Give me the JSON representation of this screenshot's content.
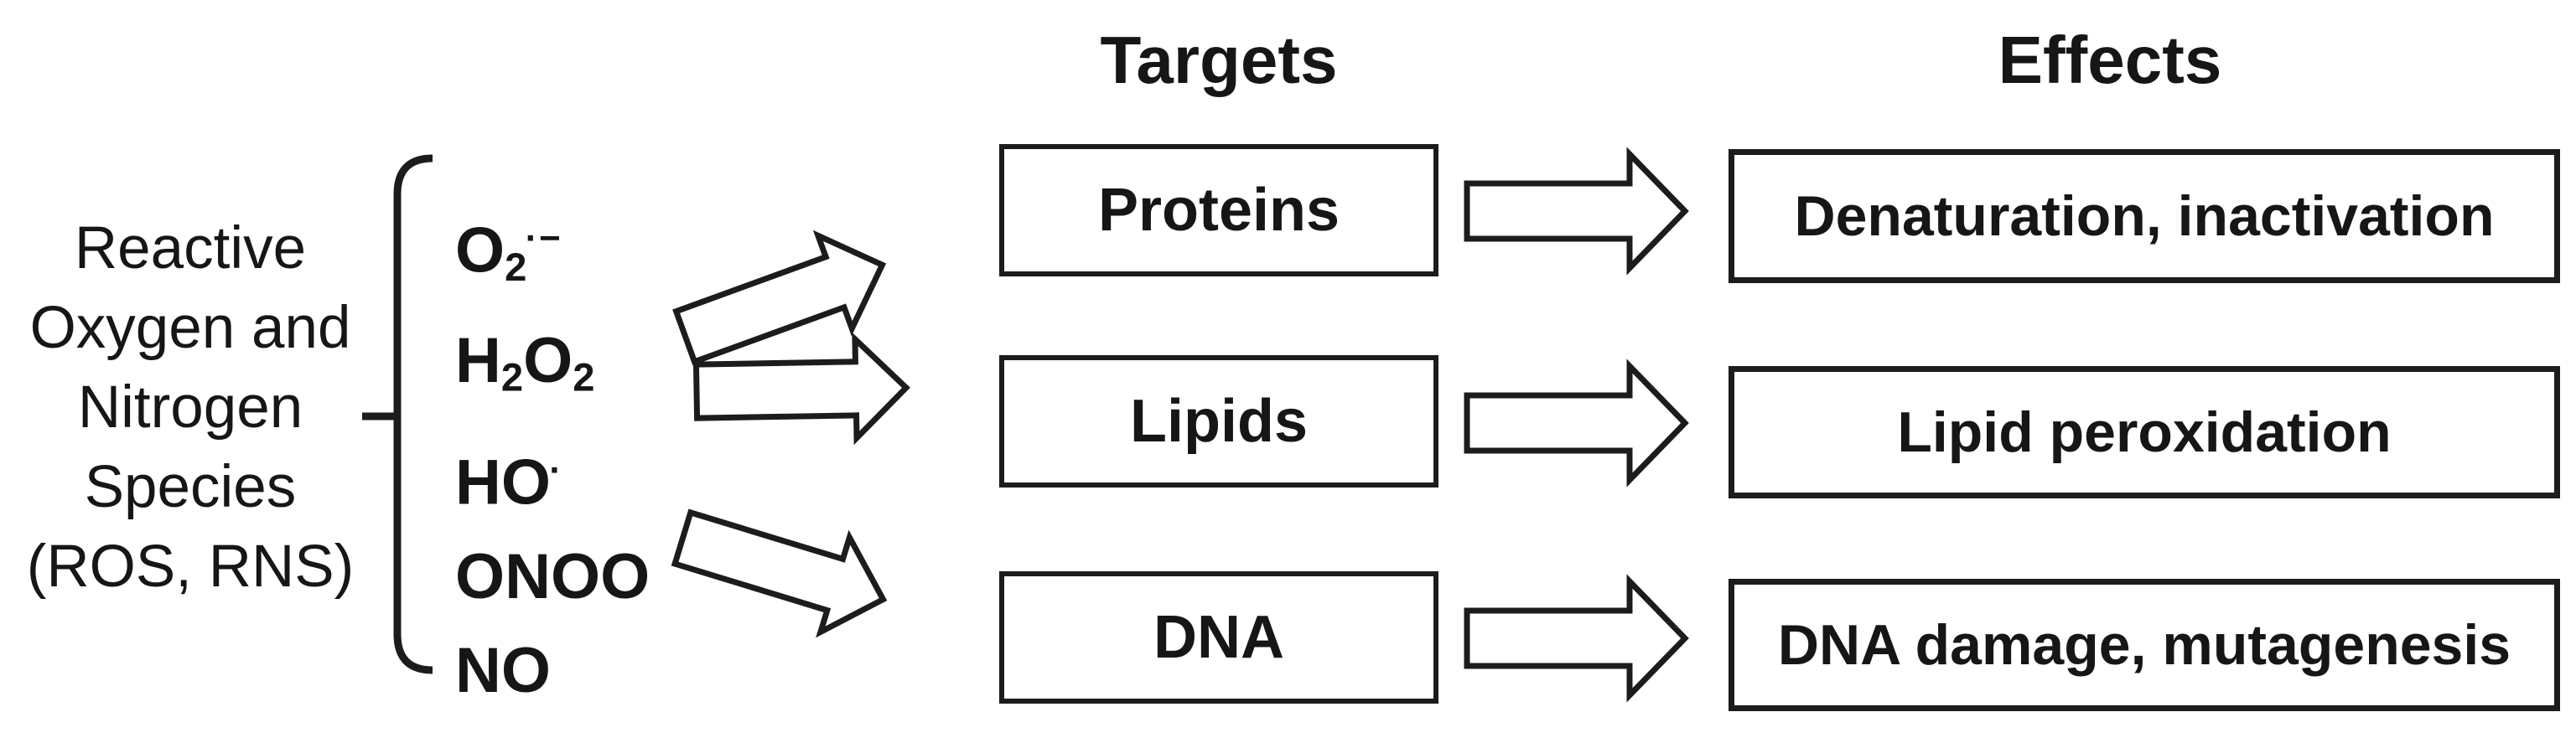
{
  "headers": {
    "targets": "Targets",
    "effects": "Effects"
  },
  "source": {
    "label_lines": [
      "Reactive",
      "Oxygen and",
      "Nitrogen",
      "Species",
      "(ROS, RNS)"
    ],
    "species": [
      {
        "parts": [
          {
            "text": "O"
          },
          {
            "text": "2",
            "style": "sub"
          },
          {
            "text": "·−",
            "style": "sup"
          }
        ]
      },
      {
        "parts": [
          {
            "text": "H"
          },
          {
            "text": "2",
            "style": "sub"
          },
          {
            "text": "O"
          },
          {
            "text": "2",
            "style": "sub"
          }
        ]
      },
      {
        "parts": [
          {
            "text": "HO"
          },
          {
            "text": "·",
            "style": "sup"
          }
        ]
      },
      {
        "parts": [
          {
            "text": "ONOO"
          }
        ]
      },
      {
        "parts": [
          {
            "text": "NO"
          }
        ]
      }
    ]
  },
  "targets": [
    "Proteins",
    "Lipids",
    "DNA"
  ],
  "effects": [
    "Denaturation, inactivation",
    "Lipid peroxidation",
    "DNA damage, mutagenesis"
  ],
  "colors": {
    "ink": "#161616",
    "line": "#1c1c1c",
    "background": "#ffffff"
  }
}
